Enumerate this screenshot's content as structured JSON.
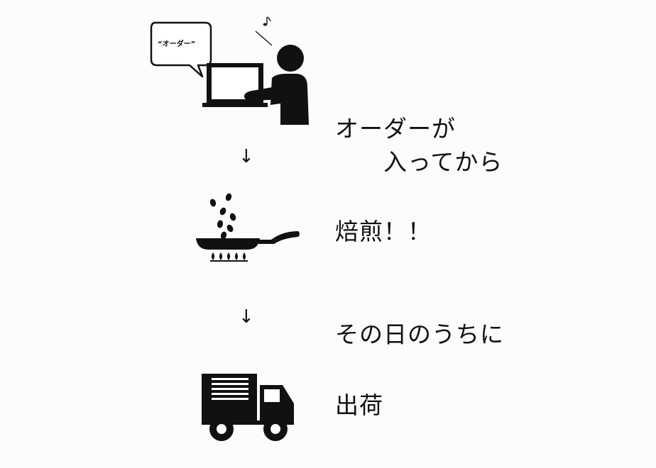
{
  "bubble": {
    "text": "“オーダー”"
  },
  "steps": [
    {
      "line1": "オーダーが",
      "line2": "入ってから"
    },
    {
      "line1": "焙煎！！"
    },
    {
      "line1": "その日のうちに"
    },
    {
      "line1": "出荷"
    }
  ],
  "arrows": [
    "↓",
    "↓"
  ],
  "icons": [
    "person-at-laptop-icon",
    "roasting-pan-icon",
    "delivery-truck-icon"
  ],
  "colors": {
    "ink": "#111111",
    "background": "#fcfcfc"
  }
}
